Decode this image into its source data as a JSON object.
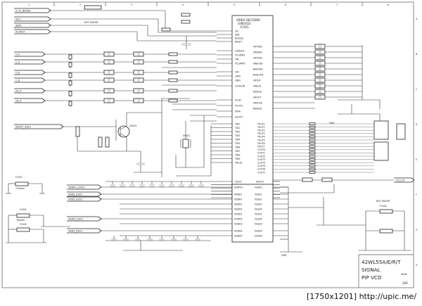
{
  "border": {
    "columns": [
      "1",
      "2",
      "3",
      "4",
      "5",
      "6",
      "7",
      "8"
    ],
    "rows": [
      "A",
      "B",
      "C",
      "D",
      "E",
      "F",
      "G",
      "H"
    ]
  },
  "inputs": {
    "busel": "D_3V_BUSSEL",
    "scl": "SCL1",
    "sda": "SDA1",
    "hcorst": "HCORST",
    "y_a": "Y_A",
    "c_a": "C_A",
    "y_b": "Y_B",
    "c_b": "C_B",
    "cr": "CR_A",
    "cb": "CB_A",
    "daout": "DAOUT_ICE01",
    "vddpll": "VDDPLL_ICE01",
    "vdd_a": "VDDA_ICE01",
    "vdd_d": "VDDD_ICE01",
    "vddio": "VDDIO_ICE01",
    "vdd_x": "VDDX_ICE01"
  },
  "ic": {
    "name": "VIDEO DECODER",
    "part": "(UB0102)",
    "ref": "IC501",
    "left_pins": [
      "SCL",
      "SDA",
      "BUSSEL",
      "RESET",
      "CVBS1N",
      "YCLAMP1",
      "YIN",
      "YCLAMP2",
      "CIN",
      "CRIN",
      "CBIN",
      "CSYNCIN",
      "PLLIN",
      "VCOFIL",
      "XOIN",
      "XOOUT"
    ],
    "right_pins": [
      "VRTYAD",
      "VRBYAD",
      "VRTCAD",
      "VRBCAD",
      "BIASYAD",
      "BIASCAD",
      "VRTCR",
      "VRBCR",
      "BIASCB",
      "DAOUT",
      "VREFDA",
      "BIASDA"
    ],
    "data_pins": [
      "YOUT0",
      "YOUT1",
      "YOUT2",
      "YOUT3",
      "YOUT4",
      "YOUT5",
      "YOUT6",
      "YOUT7",
      "COUT0",
      "COUT1",
      "COUT2",
      "COUT3",
      "COUT4",
      "COUT5",
      "COUT6",
      "COUT7"
    ],
    "ts_pins": [
      "TDI0",
      "TDI1",
      "TDI2",
      "TDI3",
      "TDI4",
      "TDI5",
      "TDI6",
      "TDI7",
      "TDI8",
      "TDI9",
      "TDCLK"
    ],
    "test_pins": [
      "TEST1",
      "TEST2",
      "TEST3",
      "TEST4",
      "TEST5",
      "TEST6"
    ],
    "sync_pins": [
      "HSOUT",
      "VSOUT",
      "VCLK",
      "VDD_IV",
      "VBIREAD",
      "CSP"
    ],
    "pwr_left": [
      "VDDPLL",
      "VDDA1",
      "VDDA2",
      "VDDA3",
      "VDDA4",
      "VDDD1",
      "VDDD2",
      "VDDD3",
      "VDDD4",
      "VDDD5"
    ],
    "pwr_right": [
      "VSSPLL",
      "VSSA1",
      "VSSA2",
      "VSSA3",
      "VSSA4",
      "VSSD1",
      "VSSD2",
      "VSSD3",
      "VSSD4",
      "VSSD5"
    ]
  },
  "labels": {
    "not_mount_top": "NOT MOUNT",
    "not_mount_right": "NOT MOUNT",
    "transistor": "Q5401",
    "crystal": "X5401",
    "fl_a": "FL501",
    "fl_b": "FL502",
    "fl_c": "FL503",
    "fl_d": "FL504",
    "gnd": "GND",
    "vclk_out": "CD_CLK",
    "bead": "120ohm",
    "bead_b": "60ohm"
  },
  "title_block": {
    "model": "42WL55A/E/R/T",
    "function": "SIGNAL",
    "sheet": "PIP VCD",
    "page": "206",
    "id": "SK4D"
  },
  "watermark": "[1750x1201] http://upic.me/"
}
